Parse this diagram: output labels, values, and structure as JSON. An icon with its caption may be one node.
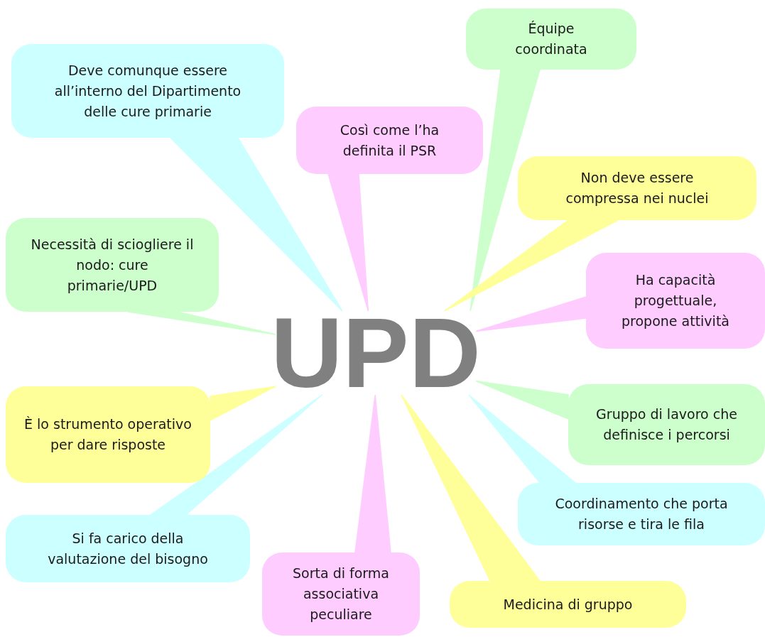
{
  "diagram": {
    "nodes": [
      {
        "text": [
          "UPD"
        ]
      },
      {
        "text": [
          "Deve comunque essere all’interno del Dipartimento delle cure primarie"
        ]
      },
      {
        "text": [
          "Così come l’ha definita il PSR"
        ]
      },
      {
        "text": [
          "Équipe coordinata"
        ]
      },
      {
        "text": [
          "Non deve essere compressa nei nuclei"
        ]
      },
      {
        "text": [
          "Necessità di sciogliere il nodo: cure primarie/UPD"
        ]
      },
      {
        "text": [
          "Ha capacità progettuale, propone attività"
        ]
      },
      {
        "text": [
          "È lo strumento operativo per dare risposte"
        ]
      },
      {
        "text": [
          "Gruppo di lavoro che definisce i percorsi"
        ]
      },
      {
        "text": [
          "Coordinamento che porta risorse e tira le fila"
        ]
      },
      {
        "text": [
          "Si fa carico della valutazione del bisogno"
        ]
      },
      {
        "text": [
          "Sorta di forma associativa peculiare"
        ]
      },
      {
        "text": [
          "Medicina di gruppo"
        ]
      }
    ],
    "edges": [
      {
        "from": 1,
        "to": 0,
        "arrow": "none",
        "color": "#ccffff"
      },
      {
        "from": 2,
        "to": 0,
        "arrow": "none",
        "color": "#ffccff"
      },
      {
        "from": 3,
        "to": 0,
        "arrow": "none",
        "color": "#ccffcc"
      },
      {
        "from": 4,
        "to": 0,
        "arrow": "none",
        "color": "#ffff99"
      },
      {
        "from": 5,
        "to": 0,
        "arrow": "none",
        "color": "#ccffcc"
      },
      {
        "from": 6,
        "to": 0,
        "arrow": "none",
        "color": "#ffccff"
      },
      {
        "from": 7,
        "to": 0,
        "arrow": "none",
        "color": "#ffff99"
      },
      {
        "from": 8,
        "to": 0,
        "arrow": "none",
        "color": "#ccffcc"
      },
      {
        "from": 9,
        "to": 0,
        "arrow": "none",
        "color": "#ccffff"
      },
      {
        "from": 10,
        "to": 0,
        "arrow": "none",
        "color": "#ccffff"
      },
      {
        "from": 11,
        "to": 0,
        "arrow": "none",
        "color": "#ffccff"
      },
      {
        "from": 12,
        "to": 0,
        "arrow": "none",
        "color": "#ffff99"
      }
    ]
  }
}
